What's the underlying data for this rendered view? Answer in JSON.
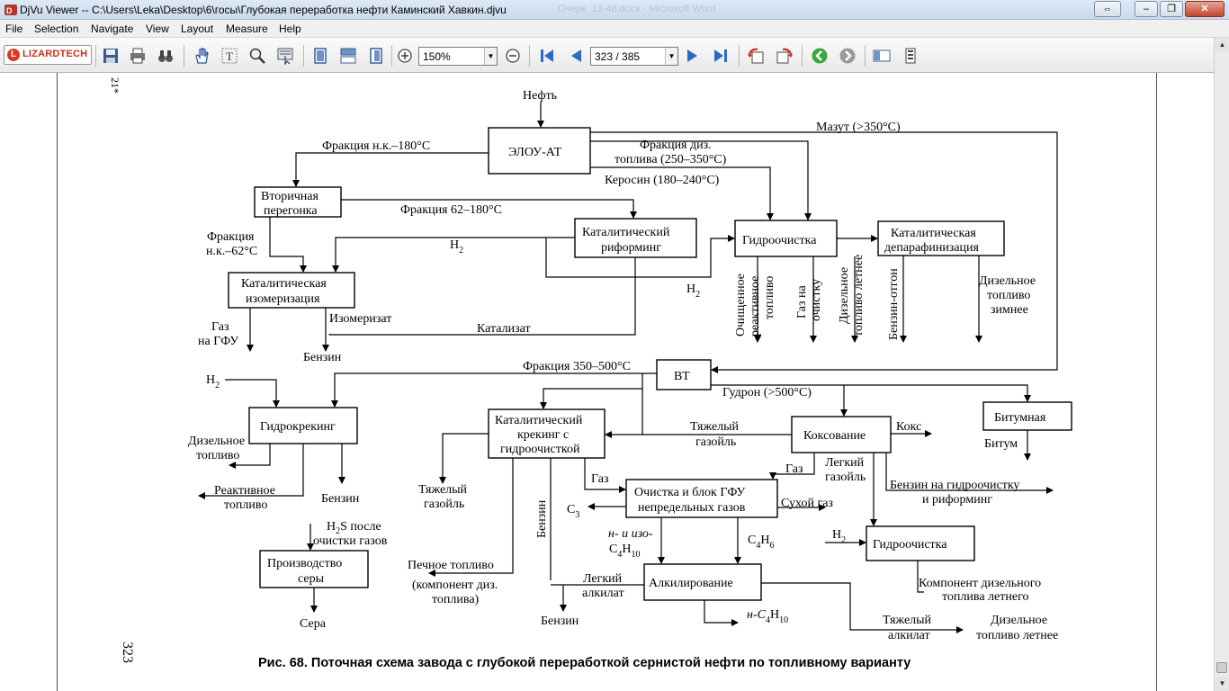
{
  "window": {
    "title": "DjVu Viewer -- C:\\Users\\Leka\\Desktop\\6\\госы\\Глубокая переработка нефти Каминский Хавкин.djvu",
    "background_title": "Очерк_13-48.docx - Microsoft Word"
  },
  "menu": [
    "File",
    "Selection",
    "Navigate",
    "View",
    "Layout",
    "Measure",
    "Help"
  ],
  "toolbar": {
    "logo": "LIZARDTECH",
    "zoom": "150%",
    "page": "323 / 385",
    "icons": [
      "save-icon",
      "print-icon",
      "find-binoculars-icon",
      "hand-tool-icon",
      "text-select-icon",
      "zoom-tool-icon",
      "region-select-icon",
      "single-page-icon",
      "continuous-page-icon",
      "facing-pages-icon",
      "zoom-in-icon",
      "zoom-out-icon",
      "first-page-icon",
      "previous-page-icon",
      "next-page-icon",
      "last-page-icon",
      "rotate-left-icon",
      "rotate-right-icon",
      "back-icon",
      "forward-icon",
      "thumbnails-icon",
      "bookmarks-icon"
    ]
  },
  "page": {
    "number_top": "21*",
    "number_left": "323",
    "caption": "Рис. 68. Поточная схема завода с глубокой переработкой сернистой нефти по топливному варианту"
  },
  "diagram": {
    "boxes": {
      "elou": "ЭЛОУ-АТ",
      "vtor1": "Вторичная",
      "vtor2": "перегонка",
      "reform1": "Каталитический",
      "reform2": "риформинг",
      "hydro1": "Гидроочистка",
      "depar1": "Каталитическая",
      "depar2": "депарафинизация",
      "isom1": "Каталитическая",
      "isom2": "изомеризация",
      "vt": "ВТ",
      "hcrack": "Гидрокрекинг",
      "kk1": "Каталитический",
      "kk2": "крекинг с",
      "kk3": "гидроочисткой",
      "coke": "Коксование",
      "bitum": "Битумная",
      "gfu1": "Очистка и блок ГФУ",
      "gfu2": "непредельных газов",
      "hydro2": "Гидроочистка",
      "sulfur1": "Производство",
      "sulfur2": "серы",
      "alk": "Алкилирование"
    },
    "labels": {
      "neft": "Нефть",
      "mazut": "Мазут (>350°C)",
      "fr_nk180": "Фракция н.к.–180°C",
      "fr_diz1": "Фракция диз.",
      "fr_diz2": "топлива (250–350°C)",
      "kerosin": "Керосин (180–240°C)",
      "fr62_180": "Фракция 62–180°C",
      "fr_nk62_1": "Фракция",
      "fr_nk62_2": "н.к.–62°C",
      "h2_a": "H",
      "h2_b": "H",
      "sub2": "2",
      "gas_gfu1": "Газ",
      "gas_gfu2": "на ГФУ",
      "izomerizat": "Изомеризат",
      "benzin_a": "Бензин",
      "katalizat": "Катализат",
      "v_reakt1": "Очищенное",
      "v_reakt2": "реактивное",
      "v_reakt3": "топливо",
      "v_gaz1": "Газ на",
      "v_gaz2": "очистку",
      "v_diz1": "Дизельное",
      "v_diz2": "топливо летнее",
      "v_otgon": "Бензин-отгон",
      "diz_zim1": "Дизельное",
      "diz_zim2": "топливо",
      "diz_zim3": "зимнее",
      "fr350_500": "Фракция 350–500°C",
      "gudron": "Гудрон (>500°C)",
      "h2_c": "H",
      "diz_hc1": "Дизельное",
      "diz_hc2": "топливо",
      "reakt_hc1": "Реактивное",
      "reakt_hc2": "топливо",
      "benzin_hc": "Бензин",
      "tyazh_gaz1": "Тяжелый",
      "tyazh_gaz2": "газойль",
      "tyazh_kk1": "Тяжелый",
      "tyazh_kk2": "газойль",
      "koks": "Кокс",
      "bitum_out": "Битум",
      "gaz_kk": "Газ",
      "gaz_coke": "Газ",
      "legk_gaz1": "Легкий",
      "legk_gaz2": "газойль",
      "benz_hydro1": "Бензин на гидроочистку",
      "benz_hydro2": "и риформинг",
      "suhoy": "Сухой газ",
      "c3": "C",
      "sub3": "3",
      "benzin_v": "Бензин",
      "h2s1": "H",
      "h2s2": "S после",
      "h2s3": "очистки газов",
      "iso_c4_1": "н- и изо-",
      "c4": "C",
      "sub4": "4",
      "sub10": "10",
      "c4h6": "C",
      "sub6": "6",
      "h2_d": "H",
      "pech1": "Печное топливо",
      "pech2": "(компонент диз.",
      "pech3": "топлива)",
      "legk_alk1": "Легкий",
      "legk_alk2": "алкилат",
      "komp1": "Компонент дизельного",
      "komp2": "топлива летнего",
      "sera": "Сера",
      "benzin_b": "Бензин",
      "n_c4h10": "н-C",
      "tyazh_alk1": "Тяжелый",
      "tyazh_alk2": "алкилат",
      "diz_let1": "Дизельное",
      "diz_let2": "топливо летнее"
    }
  }
}
